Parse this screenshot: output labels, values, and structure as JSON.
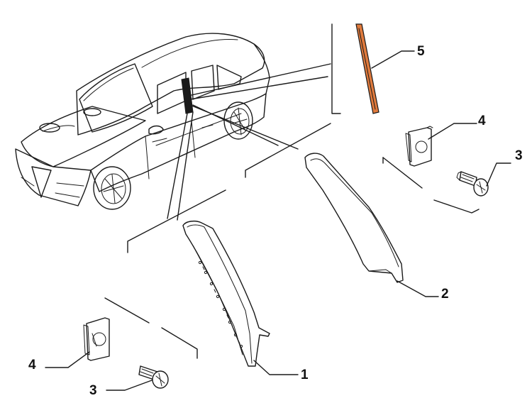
{
  "diagram": {
    "accent_color": "#e07a3c",
    "callouts": [
      {
        "id": "num-5",
        "label": "5"
      },
      {
        "id": "num-4-top",
        "label": "4"
      },
      {
        "id": "num-3-top",
        "label": "3"
      },
      {
        "id": "num-2",
        "label": "2"
      },
      {
        "id": "num-4-bottom",
        "label": "4"
      },
      {
        "id": "num-3-bottom",
        "label": "3"
      },
      {
        "id": "num-1",
        "label": "1"
      }
    ]
  }
}
